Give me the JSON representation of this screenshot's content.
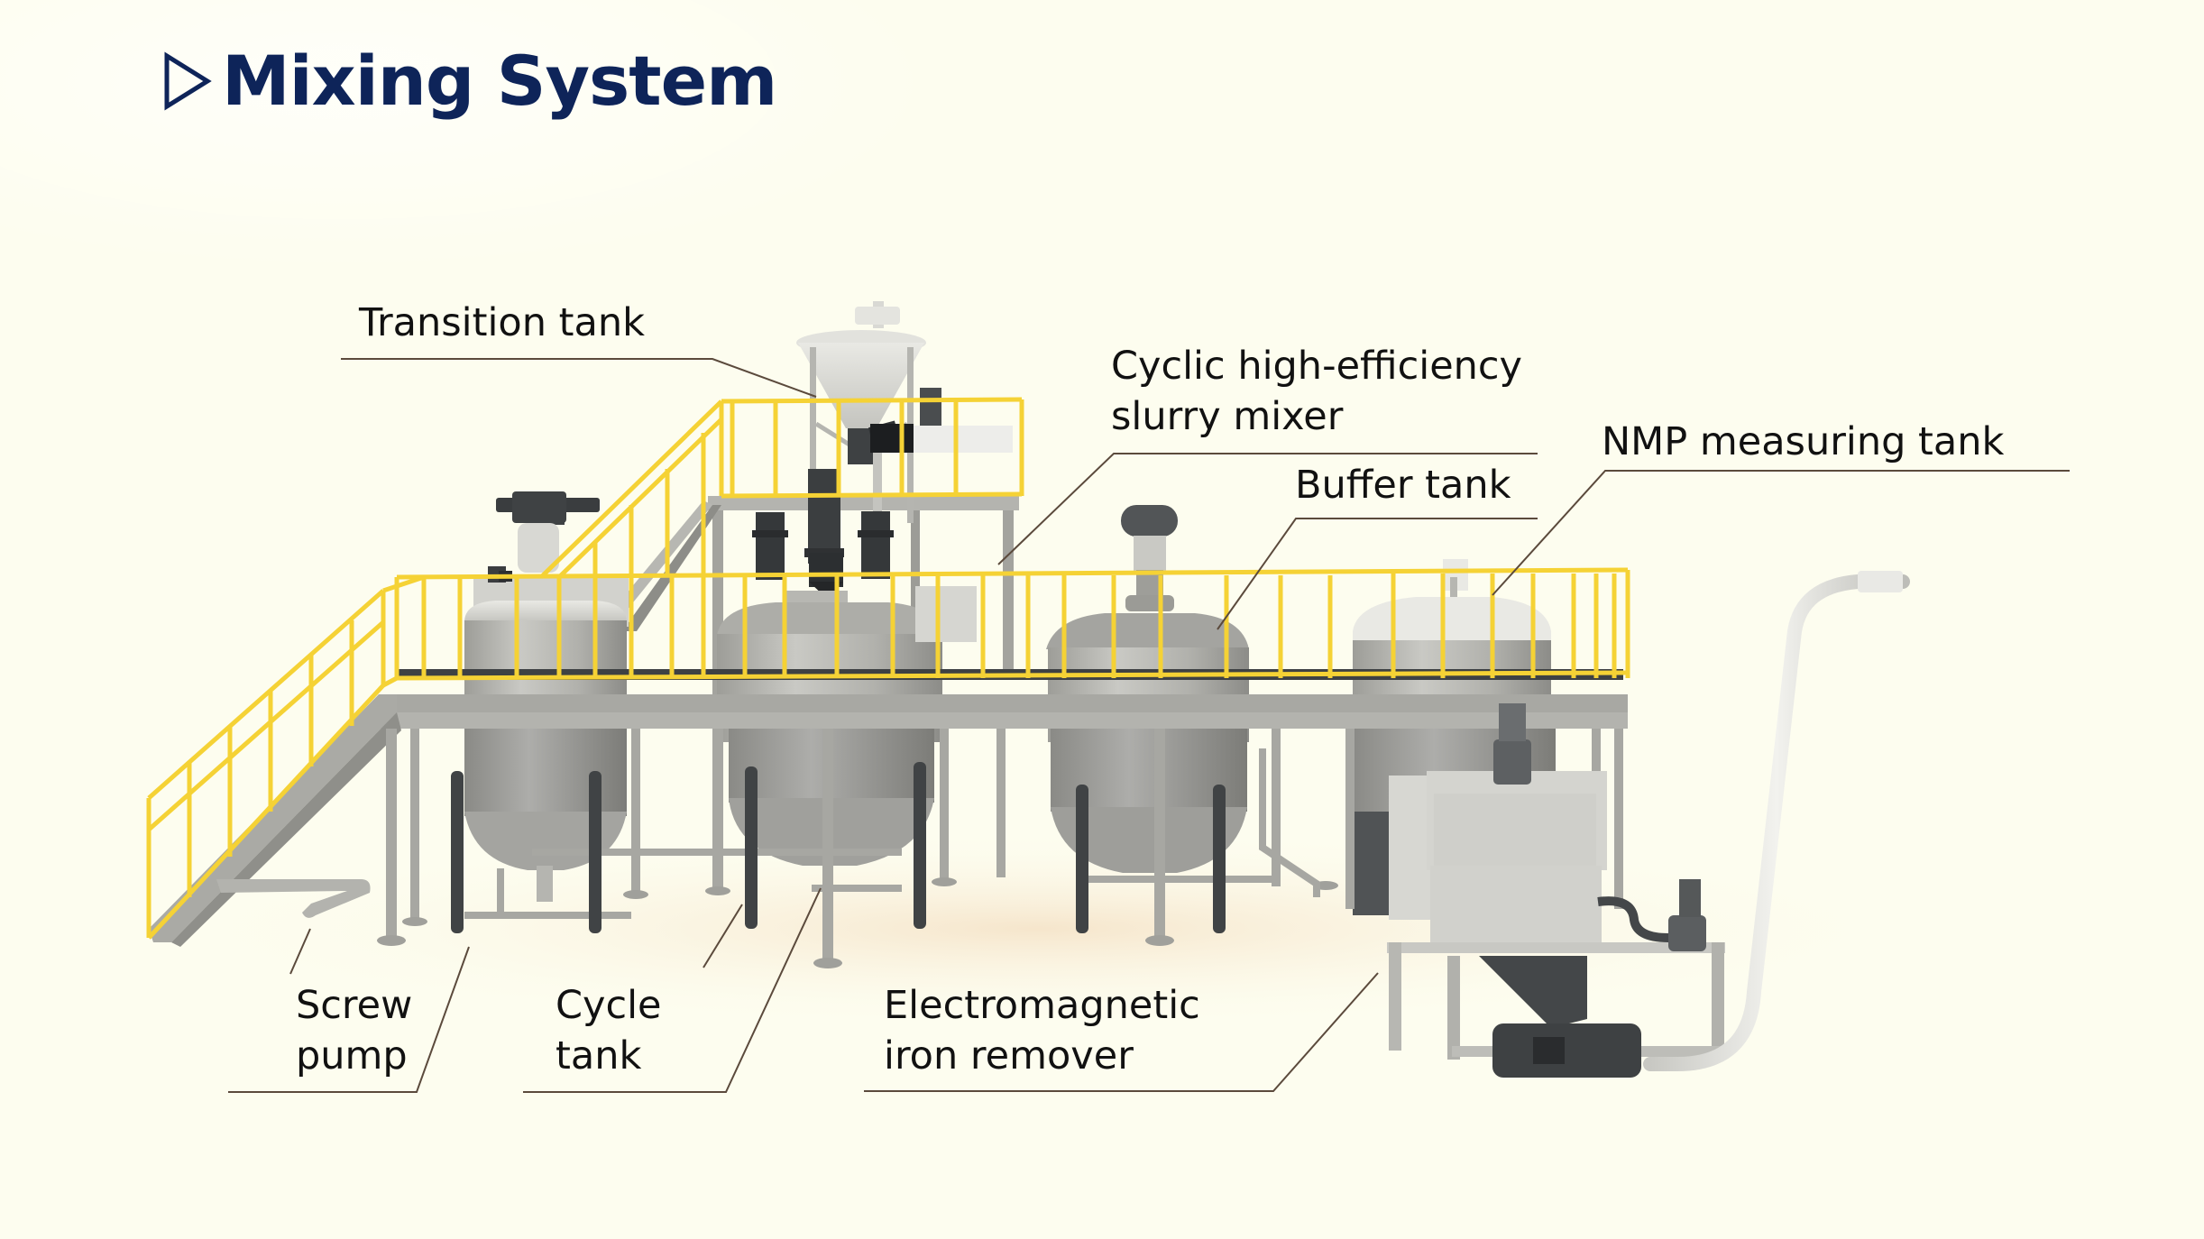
{
  "title": {
    "icon": "play-triangle-outline-icon",
    "text": "Mixing System",
    "color": "#0e2459"
  },
  "colors": {
    "background": "#fdfdef",
    "railing": "#f5d235",
    "steel": "#a9a9a4",
    "dark_component": "#3c3f41",
    "leader_line": "#5b4a3c",
    "label_text": "#111111"
  },
  "labels": {
    "transition_tank": "Transition tank",
    "slurry_mixer": "Cyclic high-efficiency\nslurry mixer",
    "buffer_tank": "Buffer tank",
    "nmp_tank": "NMP measuring tank",
    "screw_pump": "Screw\npump",
    "cycle_tank": "Cycle\ntank",
    "iron_remover": "Electromagnetic\niron remover"
  }
}
